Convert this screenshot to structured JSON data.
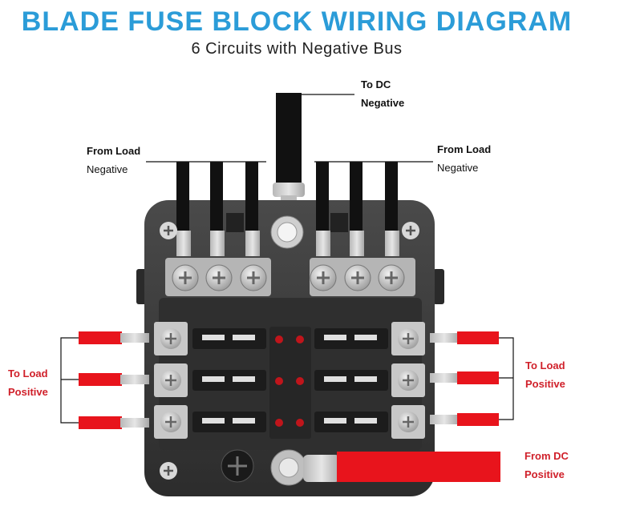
{
  "title": "BLADE FUSE BLOCK WIRING DIAGRAM",
  "subtitle": "6 Circuits with Negative Bus",
  "labels": {
    "to_dc_negative": {
      "line1": "To DC",
      "line2": "Negative"
    },
    "from_load_negative_left": {
      "line1": "From Load",
      "line2": "Negative"
    },
    "from_load_negative_right": {
      "line1": "From Load",
      "line2": "Negative"
    },
    "to_load_positive_left": {
      "line1": "To Load",
      "line2": "Positive"
    },
    "to_load_positive_right": {
      "line1": "To Load",
      "line2": "Positive"
    },
    "from_dc_positive": {
      "line1": "From DC",
      "line2": "Positive"
    }
  },
  "colors": {
    "title": "#2b9cd8",
    "positive_wire": "#e8141c",
    "negative_wire": "#111111",
    "label_red": "#d0202a",
    "fuse_block": "#3a3a3a",
    "terminal": "#c4c4c4"
  },
  "circuits": 6
}
